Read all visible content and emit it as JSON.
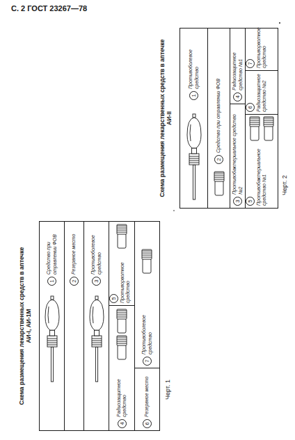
{
  "diagram": {
    "nodes": [
      {
        "text": [
          "Схема размещения лекарственных средств в аптечке АИ-I, АИ-1М"
        ]
      },
      {
        "text": [
          "1",
          "Средство при отравлении ФОВ"
        ],
        "in": 0
      },
      {
        "text": [
          "2",
          "Резервное место"
        ],
        "in": 0
      },
      {
        "text": [
          "3",
          "Противоболевое средство"
        ],
        "in": 0
      },
      {
        "text": [
          "4",
          "Радиозащитное средство"
        ],
        "in": 0
      },
      {
        "text": [
          "5",
          "Противорвотное средство"
        ],
        "in": 0
      },
      {
        "text": [
          "6",
          "Резервное место"
        ],
        "in": 0
      },
      {
        "text": [
          "7",
          "Противоболевое средство"
        ],
        "in": 0
      },
      {
        "text": [
          "Схема размещения лекарственных средств в аптечке АИ-II"
        ]
      },
      {
        "text": [
          "1",
          "Противоболевое средство"
        ],
        "in": 8
      },
      {
        "text": [
          "2",
          "Средство при отравлении ФОВ"
        ],
        "in": 8
      },
      {
        "text": [
          "3",
          "Противобактериальное средство №2"
        ],
        "in": 8
      },
      {
        "text": [
          "4",
          "Радиозащитное средство №1"
        ],
        "in": 8
      },
      {
        "text": [
          "5",
          "Противобактериальное средство №1"
        ],
        "in": 8
      },
      {
        "text": [
          "6",
          "Радиозащитное средство №2"
        ],
        "in": 8
      },
      {
        "text": [
          "7",
          "Противорвотное средство"
        ],
        "in": 8
      }
    ],
    "labels": [
      "С. 2 ГОСТ 23267—78",
      "Черт. 1",
      "Черт. 2"
    ]
  }
}
